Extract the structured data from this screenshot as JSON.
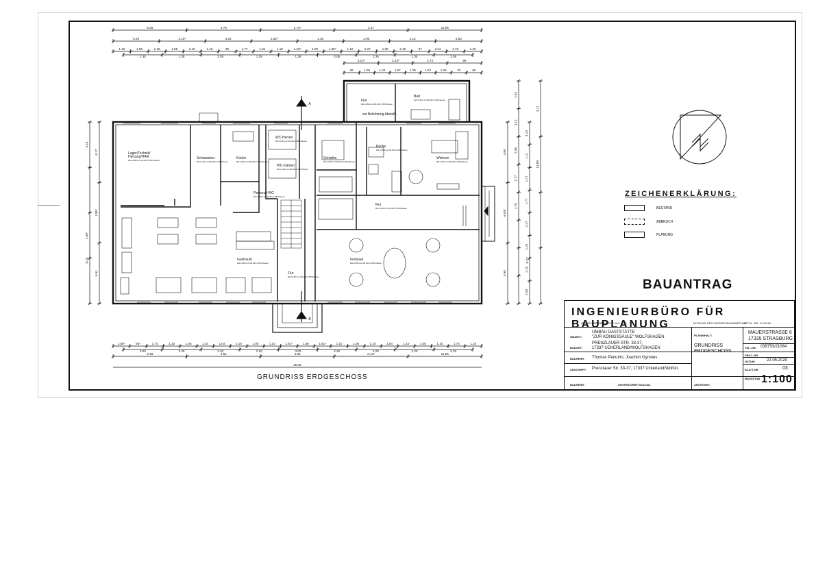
{
  "plan_title": "GRUNDRISS  ERDGESCHOSS",
  "top_dims": {
    "row1": [
      "5.25",
      "4.75",
      "1.73⁵",
      "2.47",
      "11.96"
    ],
    "row2": [
      "5.25",
      "2.15⁵",
      "3.28",
      "2.32⁵",
      "1.25",
      "2.90",
      "2.13",
      "5.53"
    ],
    "row3": [
      "1.10",
      "1.05",
      "1.48",
      "1.05",
      "2.15",
      "1.15",
      "98",
      "1.77",
      "1.84",
      "1.10",
      "1.22⁵",
      "1.00",
      "1.35⁵",
      "1.10",
      "2.27",
      "1.05",
      "2.15",
      "87",
      "2.24",
      "1.75",
      "1.26"
    ],
    "row3b": [
      "1.35",
      "1.35",
      "2.05",
      "1.35",
      "1.35",
      "2.05",
      "1.35",
      "1.35",
      "2.05"
    ],
    "annex": [
      "3.13⁵",
      "2.24⁵",
      "2.74",
      "96"
    ],
    "annex2": [
      "69",
      "1.05",
      "1.02",
      "1.67",
      "1.05",
      "1.57",
      "1.05",
      "76",
      "96"
    ]
  },
  "bottom_dims": {
    "row1": [
      "1.56⁵",
      "93⁵",
      "1.74",
      "1.10",
      "1.05",
      "1.10",
      "1.04",
      "1.10",
      "1.05",
      "1.10",
      "1.61⁵",
      "1.56",
      "1.61⁵",
      "1.10",
      "1.05",
      "1.10",
      "1.04",
      "1.10",
      "1.05",
      "1.10",
      "1.74",
      "1.25"
    ],
    "row1b": [
      "3.00",
      "2.20",
      "2.20",
      "2.20",
      "3.00",
      "2.20",
      "2.20",
      "2.20",
      "2.20"
    ],
    "row2": [
      "2.48",
      "4.51",
      "4.58",
      "2.13⁵",
      "11.96"
    ],
    "total": "28.35"
  },
  "left_dims": [
    "4.10",
    "6.17",
    "1.95⁵",
    "6.24",
    "6.61"
  ],
  "right_dims": [
    "2.62",
    "3.12",
    "2.36",
    "1.77",
    "1.75",
    "4.10",
    "1.12",
    "1.77",
    "1.77",
    "2.27",
    "2.25",
    "2.15",
    "2.00",
    "1.35",
    "13.89",
    "4.90",
    "5.27",
    "6.53⁵",
    "4.90"
  ],
  "rooms": [
    {
      "name": "Lager/Technik/",
      "sub": "Heizung/HAR"
    },
    {
      "name": "Schwarzber."
    },
    {
      "name": "Küche"
    },
    {
      "name": "WC-Herren"
    },
    {
      "name": "WC-Damen"
    },
    {
      "name": "Personal-WC"
    },
    {
      "name": "Gastraum"
    },
    {
      "name": "Flur"
    },
    {
      "name": "Flur"
    },
    {
      "name": "Bad"
    },
    {
      "name": "Schlafen"
    },
    {
      "name": "Küche"
    },
    {
      "name": "Wohnen"
    },
    {
      "name": "Flur"
    },
    {
      "name": "Festsaal"
    }
  ],
  "room_detail": "RH=2,80m A=30,30m² FB=Fliesen",
  "misc": {
    "belichtung": "zur Belichtung Abstellr.",
    "cut_a": "A",
    "cut_b": "B"
  },
  "legend": {
    "title": "ZEICHENERKLÄRUNG:",
    "items": [
      {
        "label": "BESTAND",
        "style": "solid"
      },
      {
        "label": "ABBRUCH",
        "style": "dashed"
      },
      {
        "label": "PLANUNG",
        "style": "solid"
      }
    ]
  },
  "bauantrag": "BAUANTRAG",
  "title_block": {
    "office": "INGENIEURBÜRO FÜR BAUPLANUNG",
    "architect": "ANDRÉ GÄRTNER DIPL. - ING. (FH)",
    "member": "MITGLIED DER INGENIEURKAMMER M/V",
    "mitgl": "MITGL.-NR. 9-100-98",
    "objekt_label": "OBJEKT:",
    "objekt_line1": "UMBAU  GASTSTÄTTE",
    "objekt_line2": "\"ZUR  KÖNIGSSÄULE\"  WOLFSHAGEN",
    "bauort_label": "BAUORT:",
    "bauort_line1": "PRENZLAUER  STR.  33-37,",
    "bauort_line2": "17337  UCKERLAND/WOLFSHAGEN",
    "bauherr_label": "BAUHERR:",
    "bauherr": "Thomas  Perkuhn,  Joachim  Gymnes",
    "anschrift_label": "ANSCHRIFT:",
    "anschrift": "Prenzlauer  Str.  33-37,  17337  Uckerland/Wolfsh.",
    "bauherr2_label": "BAUHERR:",
    "unterschrift_label": "UNTERSCHRIFT/DATUM:",
    "architekt_label": "ARCHITEKT:",
    "planinhalt_label": "PLANINHALT:",
    "planinhalt_line1": "GRUNDRISS",
    "planinhalt_line2": "ERDGESCHOSS",
    "address_line1": "MAUERSTRASSE  6",
    "address_line2": "17335  STRASBURG",
    "tel_label": "TEL.-NR.",
    "tel": "039753/21064",
    "proj_label": "PROJ.-NR",
    "datum_label": "DATUM:",
    "datum": "22.05.2020",
    "blatt_label": "BLATT-NR",
    "blatt": "03",
    "massstab_label": "MASSSTAB",
    "massstab": "1:100"
  }
}
